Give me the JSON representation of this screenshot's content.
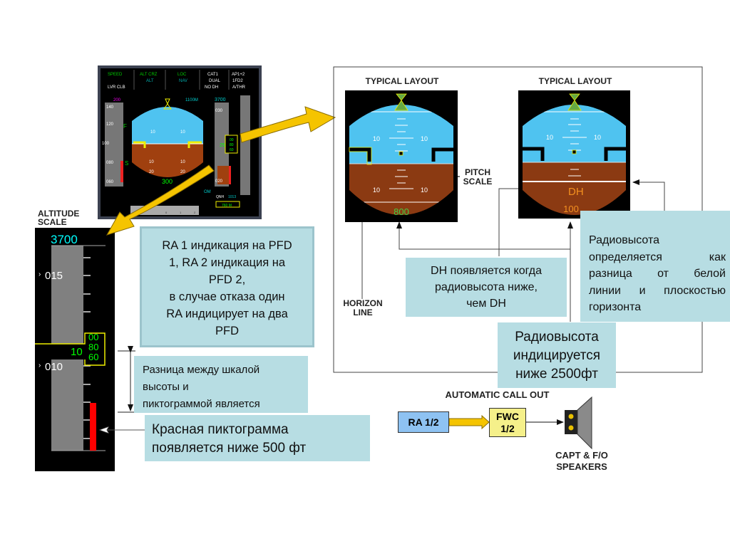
{
  "pfd_main": {
    "fma": [
      "SPEED",
      "ALT CRZ",
      "LOC",
      "CAT1",
      "AP1+2"
    ],
    "fma2": [
      "LVR CLB",
      "ALT",
      "NAV",
      "DUAL",
      "1FD2"
    ],
    "fma3": [
      "NO DH",
      "A/THR"
    ],
    "speed_target": "200",
    "speed_ticks": [
      "140",
      "120",
      "100",
      "080",
      "060"
    ],
    "speed_marks": [
      "F",
      "S"
    ],
    "altitude_target": "1100M",
    "altitude_select": "3700",
    "altitude_ticks": [
      "030",
      "020"
    ],
    "altitude_readout": [
      "25",
      "00",
      "80",
      "60"
    ],
    "pitch_labels": [
      "10",
      "10",
      "10",
      "10",
      "20",
      "20"
    ],
    "radio_altitude": "300",
    "om_label": "OM",
    "qnh": "QNH",
    "qnh_value": "1013",
    "metric_alt": "760 M",
    "heading_ticks": [
      "0",
      "1",
      "2"
    ]
  },
  "altitude_scale": {
    "title_line1": "ALTITUDE",
    "title_line2": "SCALE",
    "select": "3700",
    "ticks": [
      "015",
      "010"
    ],
    "readout_big": "10",
    "readout_drum": [
      "00",
      "80",
      "60"
    ],
    "colors": {
      "tape": "#808080",
      "red_ribbon": "#ff0000",
      "readout": "#00ff00",
      "select": "#00ffff"
    }
  },
  "notes": {
    "ra_pfd": [
      "RA 1 индикация на PFD",
      "1, RA 2 индикация на",
      "PFD 2,",
      "в случае отказа один",
      "RA индицирует на два",
      "PFD"
    ],
    "difference": [
      "Разница между шкалой",
      "высоты и",
      "пиктограммой является"
    ],
    "red_ribbon": [
      "Красная пиктограмма",
      "появляется ниже 500 фт"
    ],
    "dh": [
      "DH появляется когда",
      "радиовысота ниже,",
      "чем DH"
    ],
    "radio_defined": [
      "Радиовысота",
      "определяется как",
      "разница от белой",
      "линии и плоскостью",
      "горизонта"
    ],
    "radio_shown": [
      "Радиовысота",
      "индицируется",
      "ниже 2500фт"
    ]
  },
  "layouts": {
    "title_left": "TYPICAL LAYOUT",
    "title_right": "TYPICAL LAYOUT",
    "pitch_labels": [
      "10",
      "10",
      "10",
      "10"
    ],
    "left_ra": "800",
    "right_dh": "DH",
    "right_ra": "100",
    "pitch_scale": [
      "PITCH",
      "SCALE"
    ],
    "horizon_line": [
      "HORIZON",
      "LINE"
    ]
  },
  "callout": {
    "title": "AUTOMATIC CALL OUT",
    "ra": "RA 1/2",
    "fwc": [
      "FWC",
      "1/2"
    ],
    "speakers": [
      "CAPT & F/O",
      "SPEAKERS"
    ]
  },
  "colors": {
    "note_bg": "#b7dde3",
    "sky": "#4fc3f0",
    "ground": "#8b3a12",
    "arrow_yellow": "#f5c400"
  }
}
